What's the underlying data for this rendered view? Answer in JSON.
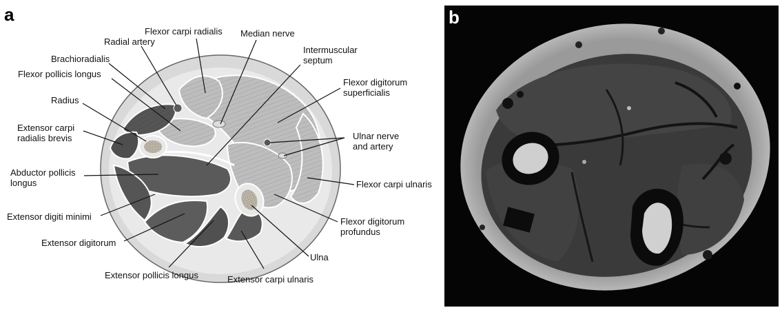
{
  "panel_a": {
    "letter": "a",
    "labels": {
      "flexor_carpi_radialis": "Flexor carpi radialis",
      "radial_artery": "Radial artery",
      "brachioradialis": "Brachioradialis",
      "flexor_pollicis_longus": "Flexor pollicis longus",
      "radius": "Radius",
      "extensor_carpi_radialis_brevis_1": "Extensor carpi",
      "extensor_carpi_radialis_brevis_2": "radialis brevis",
      "abductor_pollicis_longus_1": "Abductor pollicis",
      "abductor_pollicis_longus_2": "longus",
      "extensor_digiti_minimi": "Extensor digiti minimi",
      "extensor_digitorum": "Extensor digitorum",
      "extensor_pollicis_longus": "Extensor pollicis longus",
      "extensor_carpi_ulnaris": "Extensor carpi ulnaris",
      "ulna": "Ulna",
      "flexor_digitorum_profundus_1": "Flexor digitorum",
      "flexor_digitorum_profundus_2": "profundus",
      "flexor_carpi_ulnaris": "Flexor carpi ulnaris",
      "ulnar_nerve_artery_1": "Ulnar nerve",
      "ulnar_nerve_artery_2": "and artery",
      "flexor_digitorum_superficialis_1": "Flexor digitorum",
      "flexor_digitorum_superficialis_2": "superficialis",
      "intermuscular_septum_1": "Intermuscular",
      "intermuscular_septum_2": "septum",
      "median_nerve": "Median nerve"
    }
  },
  "panel_b": {
    "letter": "b"
  }
}
